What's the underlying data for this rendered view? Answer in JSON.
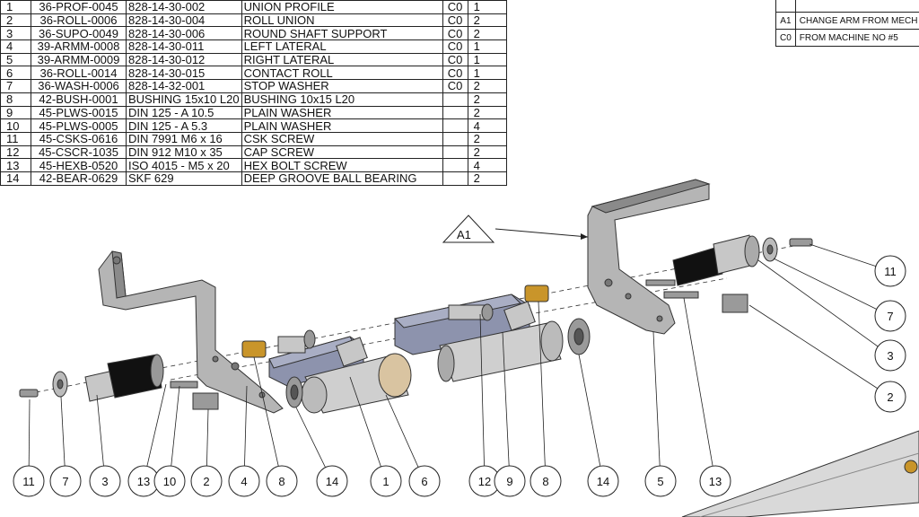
{
  "bom": {
    "rows": [
      {
        "item": "1",
        "part_no": "36-PROF-0045",
        "ref": "828-14-30-002",
        "desc": "UNION PROFILE",
        "rev": "C0",
        "qty": "1"
      },
      {
        "item": "2",
        "part_no": "36-ROLL-0006",
        "ref": "828-14-30-004",
        "desc": "ROLL UNION",
        "rev": "C0",
        "qty": "2"
      },
      {
        "item": "3",
        "part_no": "36-SUPO-0049",
        "ref": "828-14-30-006",
        "desc": "ROUND SHAFT SUPPORT",
        "rev": "C0",
        "qty": "2"
      },
      {
        "item": "4",
        "part_no": "39-ARMM-0008",
        "ref": "828-14-30-011",
        "desc": "LEFT LATERAL",
        "rev": "C0",
        "qty": "1"
      },
      {
        "item": "5",
        "part_no": "39-ARMM-0009",
        "ref": "828-14-30-012",
        "desc": "RIGHT LATERAL",
        "rev": "C0",
        "qty": "1"
      },
      {
        "item": "6",
        "part_no": "36-ROLL-0014",
        "ref": "828-14-30-015",
        "desc": "CONTACT ROLL",
        "rev": "C0",
        "qty": "1"
      },
      {
        "item": "7",
        "part_no": "36-WASH-0006",
        "ref": "828-14-32-001",
        "desc": "STOP WASHER",
        "rev": "C0",
        "qty": "2"
      },
      {
        "item": "8",
        "part_no": "42-BUSH-0001",
        "ref": "BUSHING 15x10 L20",
        "desc": "BUSHING 10x15 L20",
        "rev": "",
        "qty": "2"
      },
      {
        "item": "9",
        "part_no": "45-PLWS-0015",
        "ref": "DIN 125 - A 10.5",
        "desc": "PLAIN WASHER",
        "rev": "",
        "qty": "2"
      },
      {
        "item": "10",
        "part_no": "45-PLWS-0005",
        "ref": "DIN 125 - A 5.3",
        "desc": "PLAIN WASHER",
        "rev": "",
        "qty": "4"
      },
      {
        "item": "11",
        "part_no": "45-CSKS-0616",
        "ref": "DIN 7991 M6 x 16",
        "desc": "CSK SCREW",
        "rev": "",
        "qty": "2"
      },
      {
        "item": "12",
        "part_no": "45-CSCR-1035",
        "ref": "DIN 912 M10 x 35",
        "desc": "CAP SCREW",
        "rev": "",
        "qty": "2"
      },
      {
        "item": "13",
        "part_no": "45-HEXB-0520",
        "ref": "ISO 4015 - M5 x 20",
        "desc": "HEX BOLT SCREW",
        "rev": "",
        "qty": "4"
      },
      {
        "item": "14",
        "part_no": "42-BEAR-0629",
        "ref": "SKF 629",
        "desc": "DEEP GROOVE BALL BEARING",
        "rev": "",
        "qty": "2"
      }
    ]
  },
  "revisions": [
    {
      "code": "A1",
      "desc": "CHANGE ARM FROM MECH"
    },
    {
      "code": "C0",
      "desc": "FROM MACHINE NO #5"
    }
  ],
  "revision_flag": "A1",
  "callouts": [
    "11",
    "7",
    "3",
    "13",
    "10",
    "2",
    "4",
    "8",
    "14",
    "1",
    "6",
    "12",
    "9",
    "8",
    "14",
    "5",
    "13",
    "11",
    "7",
    "3",
    "2"
  ],
  "colors": {
    "line": "#222222",
    "steel": "#a6a6a6",
    "steel_dark": "#6f6f6f",
    "rubber": "#111111",
    "bronze": "#c9952a",
    "profile_blue": "#8d93ad"
  }
}
